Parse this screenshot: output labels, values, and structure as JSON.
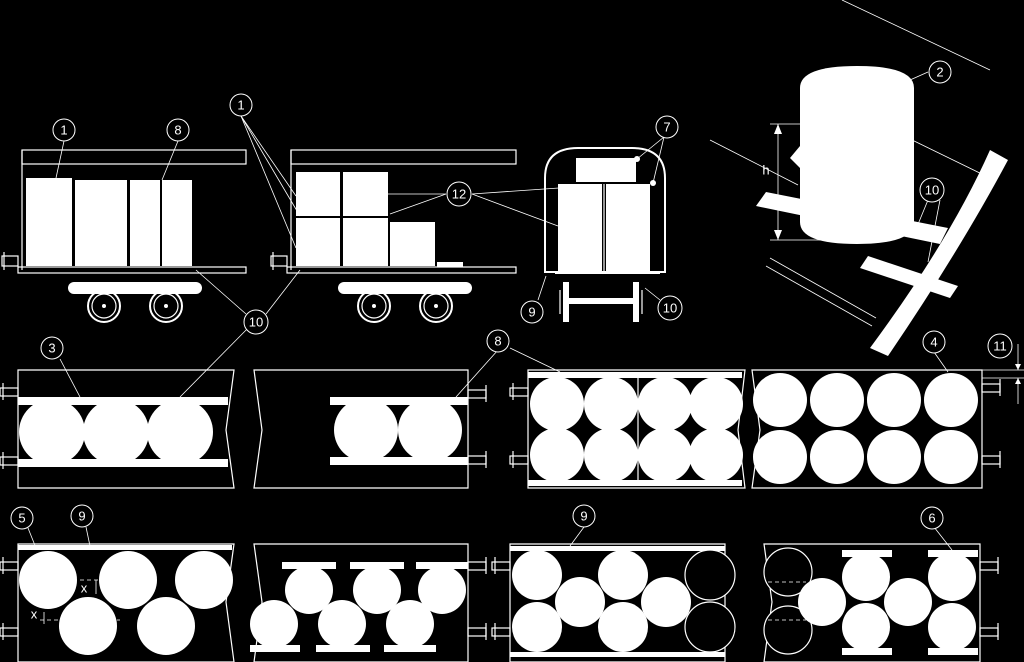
{
  "callouts": {
    "c1a": "1",
    "c8a": "8",
    "c1b": "1",
    "c7": "7",
    "c2": "2",
    "c12": "12",
    "c10a": "10",
    "c9a": "9",
    "c10b": "10",
    "c10c": "10",
    "c3": "3",
    "c8b": "8",
    "c4": "4",
    "c11": "11",
    "c5": "5",
    "c9b": "9",
    "c9c": "9",
    "c6": "6"
  },
  "dims": {
    "h": "h",
    "x1": "x",
    "x2": "x"
  }
}
